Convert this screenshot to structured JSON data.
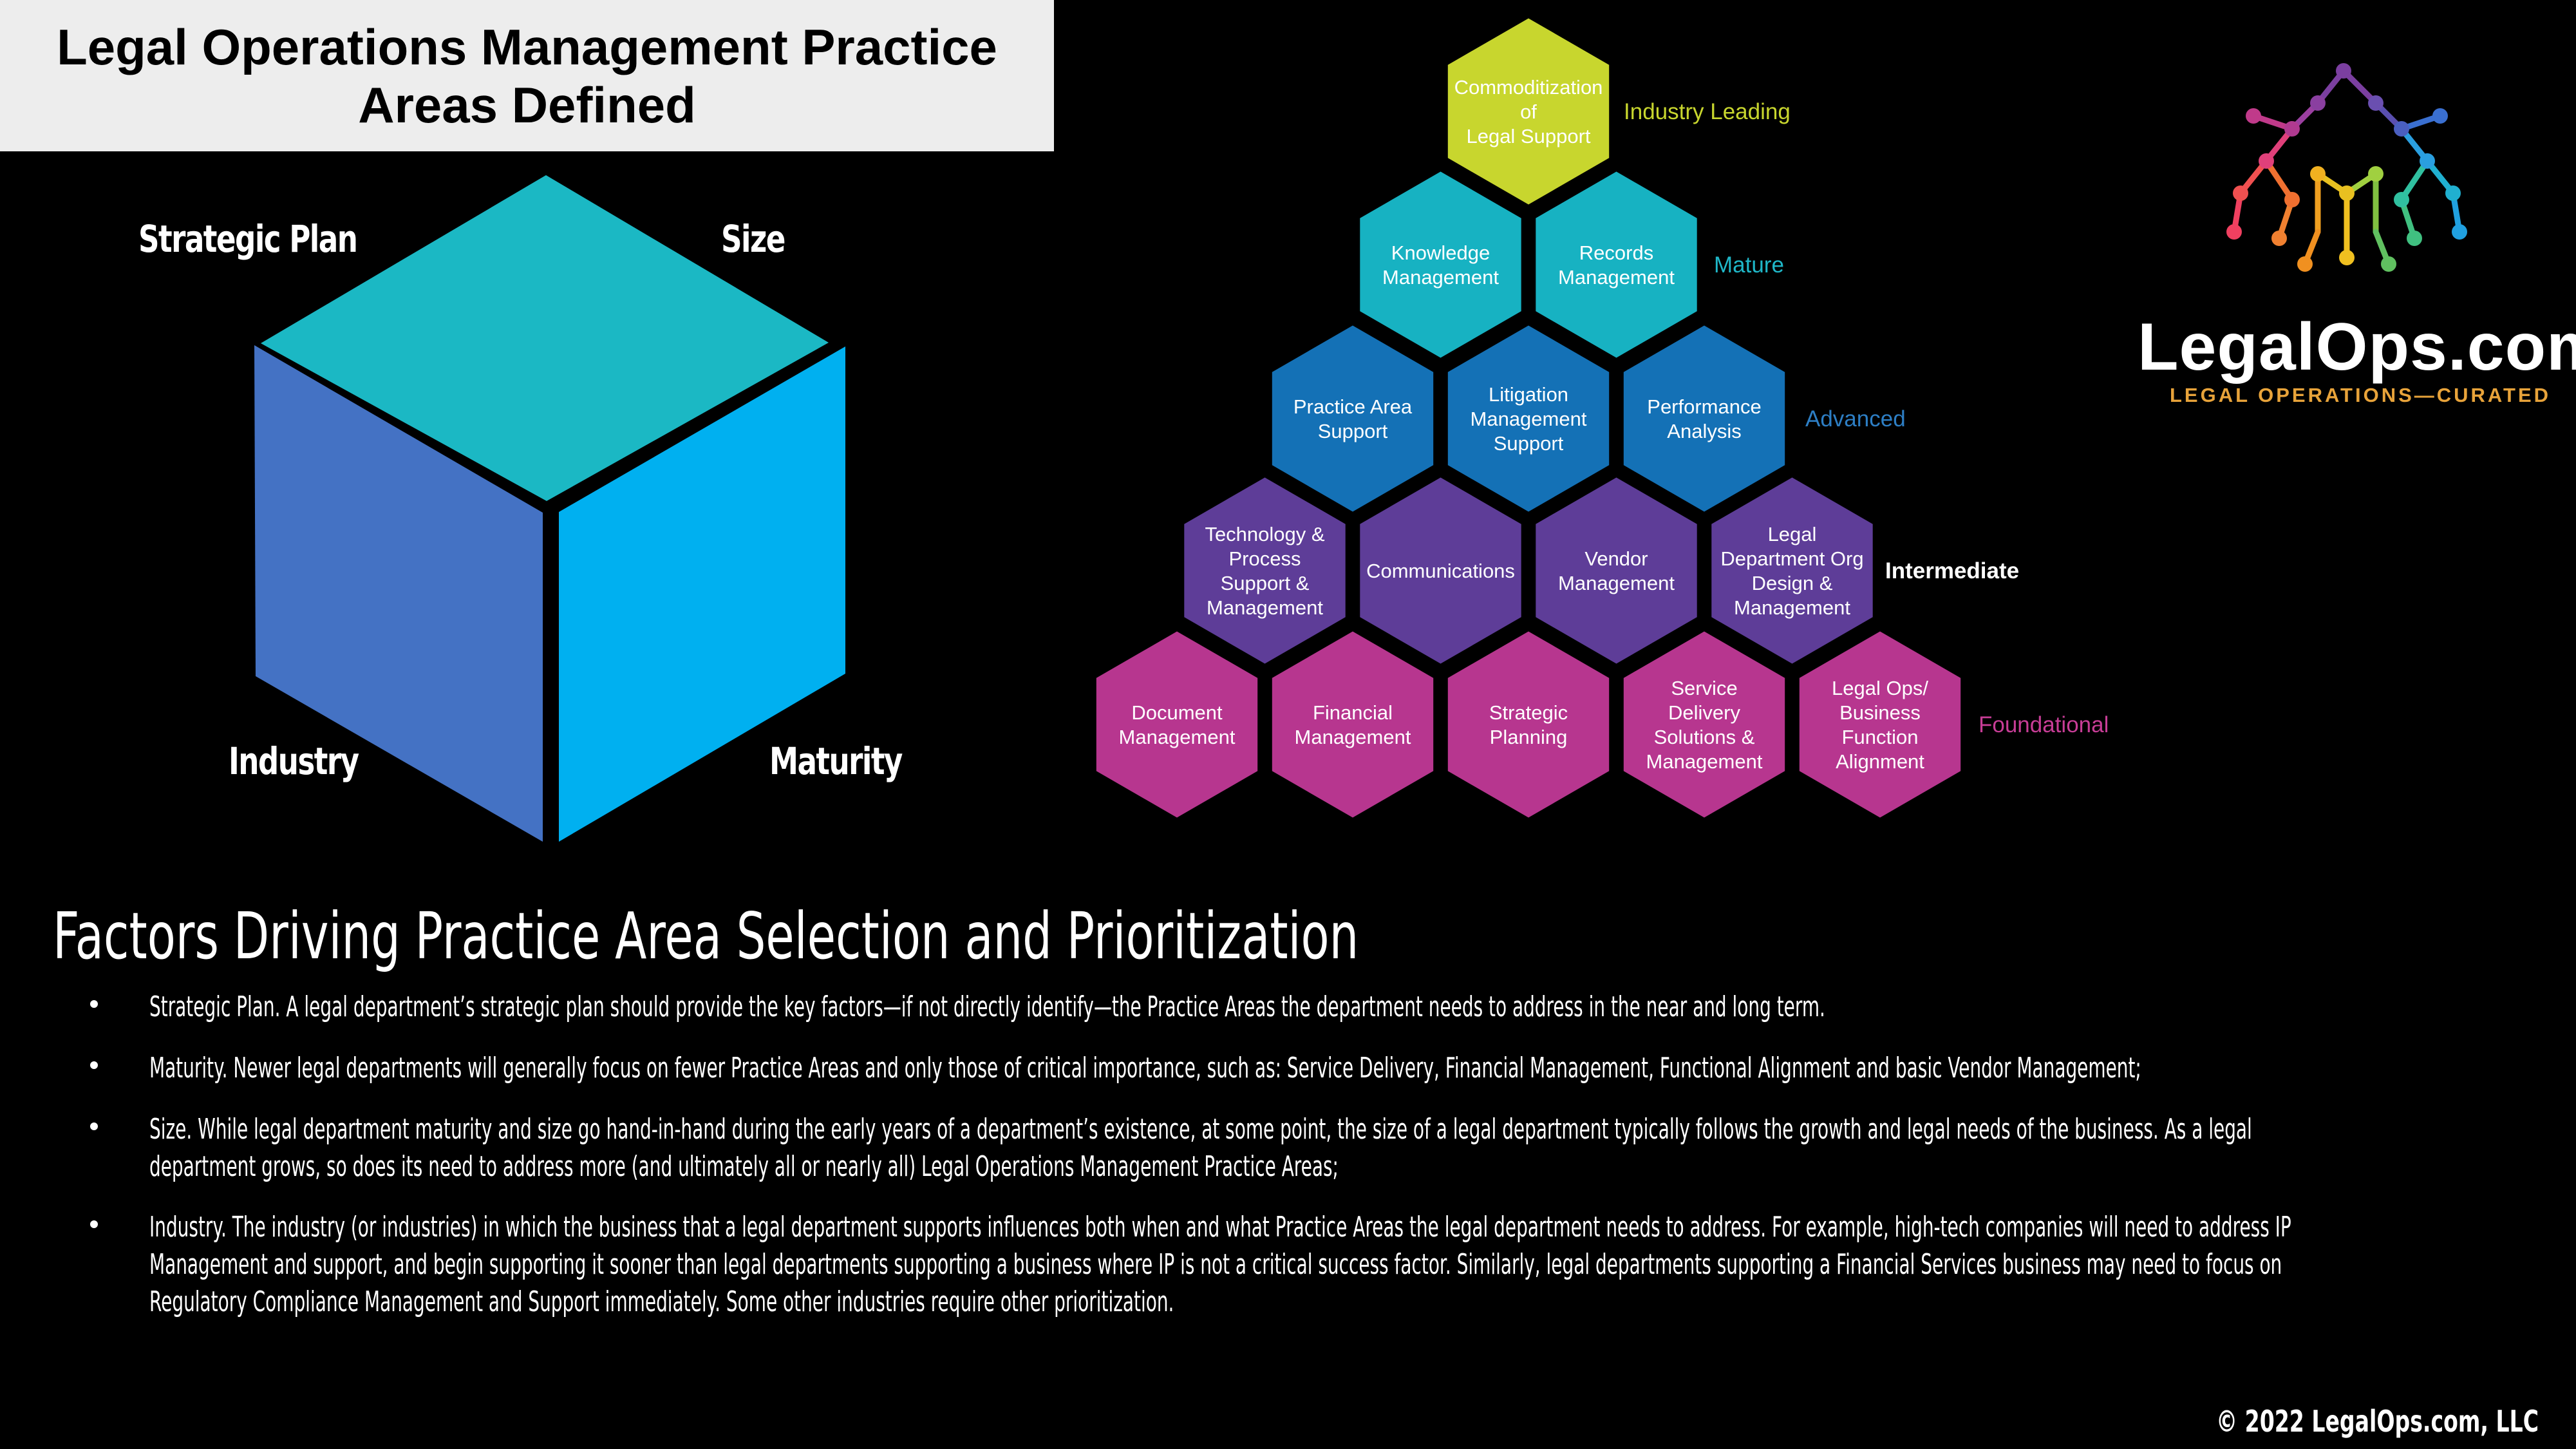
{
  "title": "Legal Operations Management Practice Areas Defined",
  "cube": {
    "labels": {
      "strategic_plan": "Strategic Plan",
      "size": "Size",
      "industry": "Industry",
      "maturity": "Maturity"
    },
    "colors": {
      "top": "#1bb8c4",
      "left": "#4472c4",
      "right": "#00b0f0"
    }
  },
  "pyramid": {
    "levels": [
      {
        "name": "Industry Leading",
        "color": "#c8d62e",
        "label_color": "#c8d62e",
        "cells": [
          [
            "Commoditization",
            "of",
            "Legal Support"
          ]
        ]
      },
      {
        "name": "Mature",
        "color": "#17b2c2",
        "label_color": "#1fb7c8",
        "cells": [
          [
            "Knowledge",
            "Management"
          ],
          [
            "Records",
            "Management"
          ]
        ]
      },
      {
        "name": "Advanced",
        "color": "#1471b6",
        "label_color": "#2d7ec4",
        "cells": [
          [
            "Practice Area",
            "Support"
          ],
          [
            "Litigation",
            "Management",
            "Support"
          ],
          [
            "Performance",
            "Analysis"
          ]
        ]
      },
      {
        "name": "Intermediate",
        "color": "#5e3d98",
        "label_color": "#ffffff",
        "cells": [
          [
            "Technology &",
            "Process",
            "Support &",
            "Management"
          ],
          [
            "Communications"
          ],
          [
            "Vendor",
            "Management"
          ],
          [
            "Legal",
            "Department Org",
            "Design &",
            "Management"
          ]
        ]
      },
      {
        "name": "Foundational",
        "color": "#b7368f",
        "label_color": "#c73d96",
        "cells": [
          [
            "Document",
            "Management"
          ],
          [
            "Financial",
            "Management"
          ],
          [
            "Strategic",
            "Planning"
          ],
          [
            "Service",
            "Delivery",
            "Solutions &",
            "Management"
          ],
          [
            "Legal Ops/",
            "Business",
            "Function",
            "Alignment"
          ]
        ]
      }
    ]
  },
  "logo": {
    "text": "LegalOps.com",
    "tagline": "LEGAL OPERATIONS—CURATED"
  },
  "factors": {
    "heading": "Factors Driving Practice Area Selection and Prioritization",
    "bullets": [
      {
        "lines": [
          "Strategic Plan.  A legal department’s strategic plan should provide the key factors—if not directly identify—the Practice Areas the department needs to address in the near and long term."
        ]
      },
      {
        "lines": [
          "Maturity.  Newer legal departments will generally focus on fewer Practice Areas and only those of critical importance, such as: Service Delivery, Financial Management, Functional Alignment and basic Vendor Management;"
        ]
      },
      {
        "lines": [
          "Size.  While legal department maturity and size go hand-in-hand during the early years of a department’s existence, at some point, the size of a legal department typically follows the growth and legal needs of the business.  As a legal",
          "department grows, so does its need to address more (and ultimately all or nearly all) Legal Operations Management Practice Areas;"
        ]
      },
      {
        "lines": [
          "Industry.  The industry (or industries) in which the business that a legal department supports influences both when and what Practice Areas the legal department needs to address.  For example, high-tech companies will need to address IP",
          "Management and support, and begin supporting it sooner than legal departments supporting a business where IP is not a critical success factor.  Similarly, legal departments supporting a Financial Services business may need to focus on",
          "Regulatory Compliance Management and Support immediately.  Some other industries require other prioritization."
        ]
      }
    ]
  },
  "copyright": "© 2022 LegalOps.com, LLC"
}
